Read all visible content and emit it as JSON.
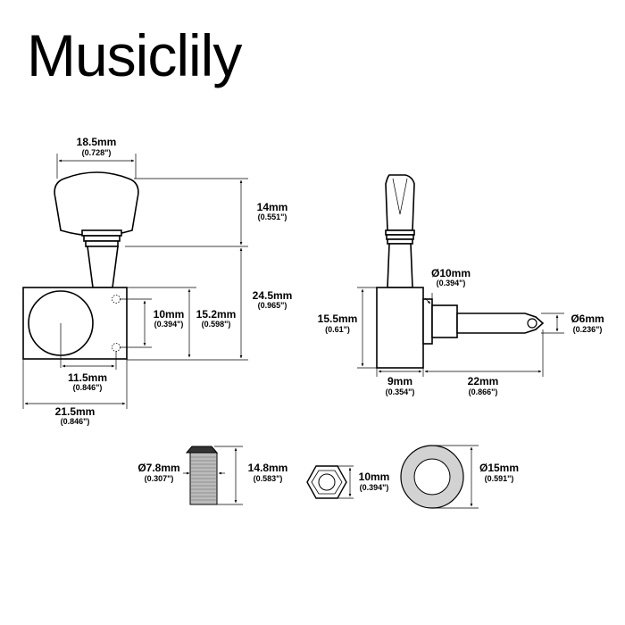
{
  "brand": "Musiclily",
  "dimensions": {
    "button_width": {
      "mm": "18.5mm",
      "in": "(0.728\")"
    },
    "button_height": {
      "mm": "14mm",
      "in": "(0.551\")"
    },
    "post_to_base": {
      "mm": "24.5mm",
      "in": "(0.965\")"
    },
    "screw_spacing": {
      "mm": "10mm",
      "in": "(0.394\")"
    },
    "housing_height": {
      "mm": "15.2mm",
      "in": "(0.598\")"
    },
    "gear_offset": {
      "mm": "11.5mm",
      "in": "(0.846\")"
    },
    "housing_width": {
      "mm": "21.5mm",
      "in": "(0.846\")"
    },
    "post_diameter_base": {
      "mm": "Ø10mm",
      "in": "(0.394\")"
    },
    "side_height": {
      "mm": "15.5mm",
      "in": "(0.61\")"
    },
    "post_diameter": {
      "mm": "Ø6mm",
      "in": "(0.236\")"
    },
    "side_width": {
      "mm": "9mm",
      "in": "(0.354\")"
    },
    "post_length": {
      "mm": "22mm",
      "in": "(0.866\")"
    },
    "bushing_diameter": {
      "mm": "Ø7.8mm",
      "in": "(0.307\")"
    },
    "bushing_height": {
      "mm": "14.8mm",
      "in": "(0.583\")"
    },
    "nut_size": {
      "mm": "10mm",
      "in": "(0.394\")"
    },
    "washer_diameter": {
      "mm": "Ø15mm",
      "in": "(0.591\")"
    }
  }
}
